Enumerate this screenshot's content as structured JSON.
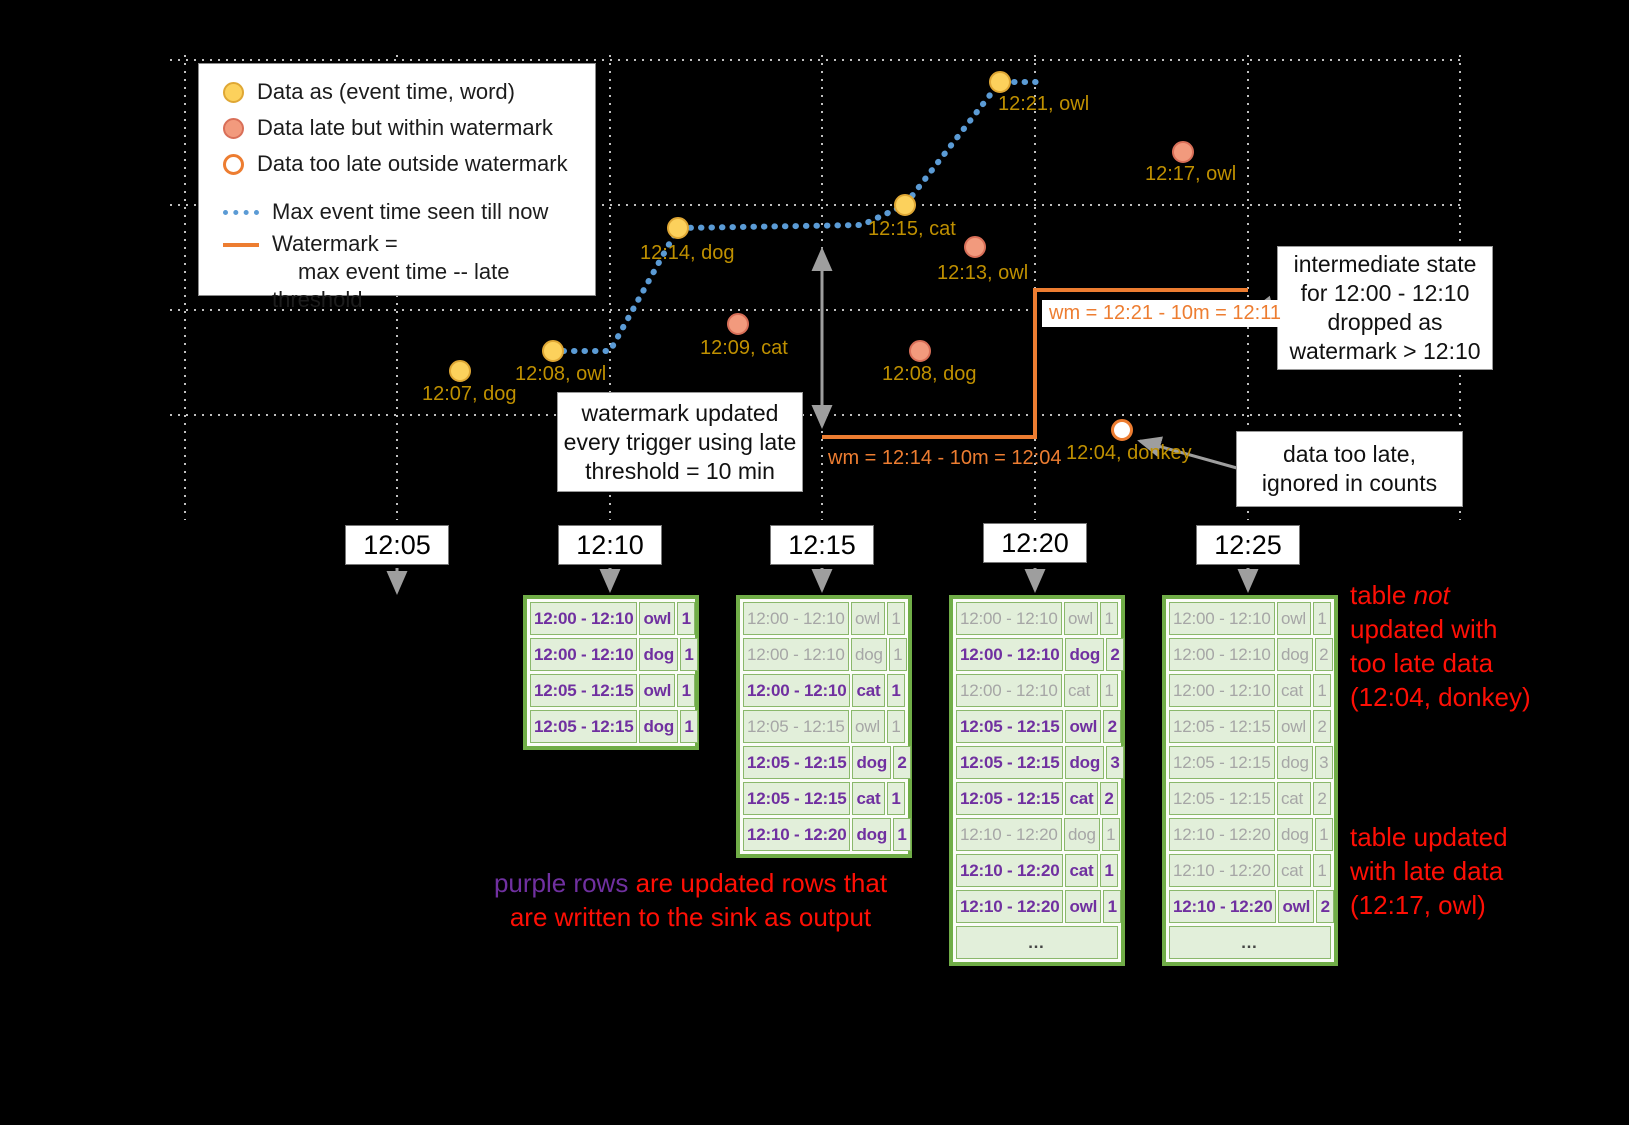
{
  "legend": {
    "items": [
      {
        "icon": "on-time-dot",
        "label": "Data as (event time, word)"
      },
      {
        "icon": "late-dot",
        "label": "Data late but within watermark"
      },
      {
        "icon": "too-late-dot",
        "label": "Data too late outside watermark"
      },
      {
        "icon": "dotted-blue-line",
        "label": "Max event time seen till now"
      },
      {
        "icon": "orange-line",
        "label": "Watermark =",
        "label2": "max event time -- late threshold"
      }
    ]
  },
  "ticks": [
    {
      "label": "12:05"
    },
    {
      "label": "12:10"
    },
    {
      "label": "12:15"
    },
    {
      "label": "12:20"
    },
    {
      "label": "12:25"
    }
  ],
  "points": [
    {
      "label": "12:07, dog",
      "kind": "on-time"
    },
    {
      "label": "12:08, owl",
      "kind": "on-time"
    },
    {
      "label": "12:14, dog",
      "kind": "on-time"
    },
    {
      "label": "12:15, cat",
      "kind": "on-time"
    },
    {
      "label": "12:21, owl",
      "kind": "on-time"
    },
    {
      "label": "12:09, cat",
      "kind": "late"
    },
    {
      "label": "12:13, owl",
      "kind": "late"
    },
    {
      "label": "12:08, dog",
      "kind": "late"
    },
    {
      "label": "12:17, owl",
      "kind": "late"
    },
    {
      "label": "12:04, donkey",
      "kind": "too-late"
    }
  ],
  "watermark": {
    "label1": "wm = 12:14 - 10m = 12:04",
    "label2": "wm = 12:21 - 10m = 12:11"
  },
  "notes": {
    "trigger_note": {
      "lines": [
        "watermark updated",
        "every trigger using late",
        "threshold = 10 min"
      ]
    },
    "dropped_note": {
      "lines": [
        "intermediate state",
        "for 12:00 - 12:10",
        "dropped as",
        "watermark > 12:10"
      ]
    },
    "too_late_note": {
      "lines": [
        "data too late,",
        "ignored in counts"
      ]
    },
    "purple_note": {
      "highlight": "purple rows",
      "rest": " are updated rows that",
      "line2": "are written to the sink as output"
    },
    "not_updated_note": {
      "prefix": "table ",
      "italic": "not",
      "lines": [
        "updated with",
        "too late data",
        "(12:04, donkey)"
      ]
    },
    "updated_note": {
      "lines": [
        "table updated",
        "with late data",
        "(12:17, owl)"
      ]
    }
  },
  "tables": [
    {
      "trigger": "12:10",
      "rows": [
        {
          "window": "12:00 - 12:10",
          "word": "owl",
          "count": "1",
          "updated": true
        },
        {
          "window": "12:00 - 12:10",
          "word": "dog",
          "count": "1",
          "updated": true
        },
        {
          "window": "12:05 - 12:15",
          "word": "owl",
          "count": "1",
          "updated": true
        },
        {
          "window": "12:05 - 12:15",
          "word": "dog",
          "count": "1",
          "updated": true
        }
      ]
    },
    {
      "trigger": "12:15",
      "rows": [
        {
          "window": "12:00 - 12:10",
          "word": "owl",
          "count": "1",
          "updated": false
        },
        {
          "window": "12:00 - 12:10",
          "word": "dog",
          "count": "1",
          "updated": false
        },
        {
          "window": "12:00 - 12:10",
          "word": "cat",
          "count": "1",
          "updated": true
        },
        {
          "window": "12:05 - 12:15",
          "word": "owl",
          "count": "1",
          "updated": false
        },
        {
          "window": "12:05 - 12:15",
          "word": "dog",
          "count": "2",
          "updated": true
        },
        {
          "window": "12:05 - 12:15",
          "word": "cat",
          "count": "1",
          "updated": true
        },
        {
          "window": "12:10 - 12:20",
          "word": "dog",
          "count": "1",
          "updated": true
        }
      ]
    },
    {
      "trigger": "12:20",
      "more": "…",
      "rows": [
        {
          "window": "12:00 - 12:10",
          "word": "owl",
          "count": "1",
          "updated": false
        },
        {
          "window": "12:00 - 12:10",
          "word": "dog",
          "count": "2",
          "updated": true
        },
        {
          "window": "12:00 - 12:10",
          "word": "cat",
          "count": "1",
          "updated": false
        },
        {
          "window": "12:05 - 12:15",
          "word": "owl",
          "count": "2",
          "updated": true
        },
        {
          "window": "12:05 - 12:15",
          "word": "dog",
          "count": "3",
          "updated": true
        },
        {
          "window": "12:05 - 12:15",
          "word": "cat",
          "count": "2",
          "updated": true
        },
        {
          "window": "12:10 - 12:20",
          "word": "dog",
          "count": "1",
          "updated": false
        },
        {
          "window": "12:10 - 12:20",
          "word": "cat",
          "count": "1",
          "updated": true
        },
        {
          "window": "12:10 - 12:20",
          "word": "owl",
          "count": "1",
          "updated": true
        }
      ]
    },
    {
      "trigger": "12:25",
      "more": "…",
      "rows": [
        {
          "window": "12:00 - 12:10",
          "word": "owl",
          "count": "1",
          "updated": false
        },
        {
          "window": "12:00 - 12:10",
          "word": "dog",
          "count": "2",
          "updated": false
        },
        {
          "window": "12:00 - 12:10",
          "word": "cat",
          "count": "1",
          "updated": false
        },
        {
          "window": "12:05 - 12:15",
          "word": "owl",
          "count": "2",
          "updated": false
        },
        {
          "window": "12:05 - 12:15",
          "word": "dog",
          "count": "3",
          "updated": false
        },
        {
          "window": "12:05 - 12:15",
          "word": "cat",
          "count": "2",
          "updated": false
        },
        {
          "window": "12:10 - 12:20",
          "word": "dog",
          "count": "1",
          "updated": false
        },
        {
          "window": "12:10 - 12:20",
          "word": "cat",
          "count": "1",
          "updated": false
        },
        {
          "window": "12:10 - 12:20",
          "word": "owl",
          "count": "2",
          "updated": true
        }
      ]
    }
  ],
  "colors": {
    "background": "#000000",
    "on_time_fill": "#fcd15c",
    "on_time_border": "#dfa734",
    "late_fill": "#f29a7d",
    "late_border": "#d96f58",
    "too_late_ring": "#ed7d31",
    "max_event_line": "#5b9bd5",
    "watermark_line": "#ed7d31",
    "point_label": "#bf9000",
    "table_border": "#70ad47",
    "cell_bg": "#e2efda",
    "updated_text": "#7030a0",
    "stale_text": "#a6a6a6",
    "note_red": "#ff0000",
    "arrow_gray": "#9e9e9e"
  }
}
